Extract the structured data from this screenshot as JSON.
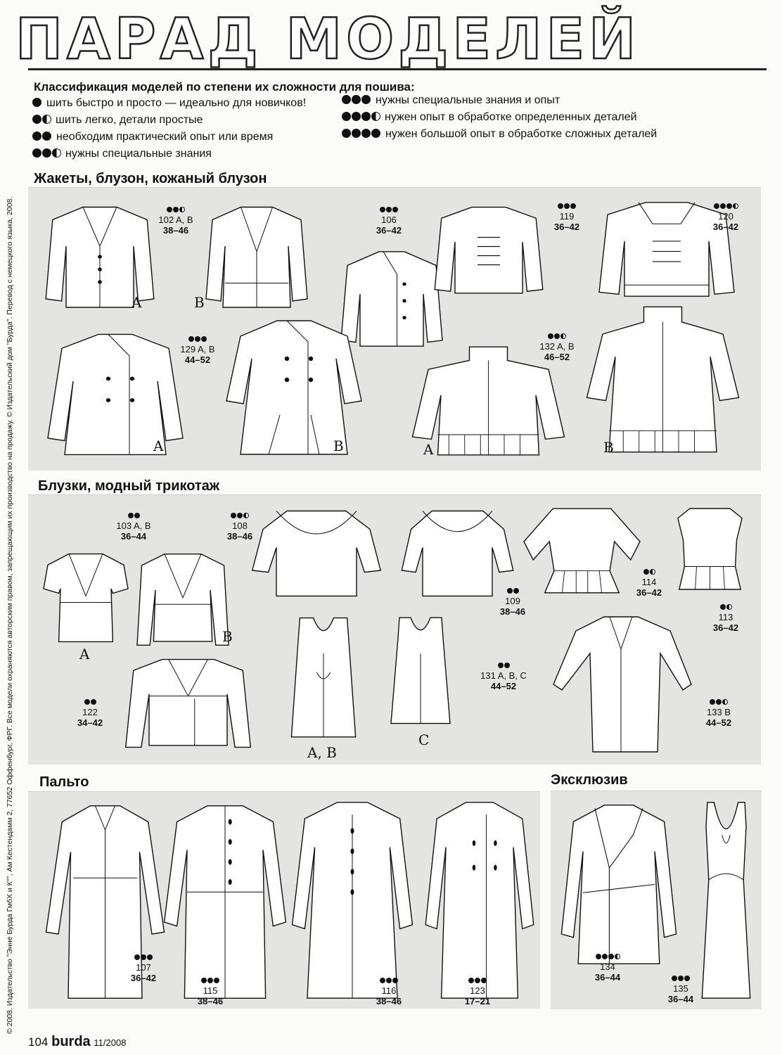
{
  "header": {
    "title": "ПАРАД МОДЕЛЕЙ"
  },
  "legend": {
    "heading": "Классификация моделей по степени их сложности для пошива:",
    "items": [
      {
        "dots": "1",
        "text": "шить быстро и просто — идеально для новичков!"
      },
      {
        "dots": "1.5",
        "text": "шить легко, детали простые"
      },
      {
        "dots": "2",
        "text": "необходим практический опыт или время"
      },
      {
        "dots": "2.5",
        "text": "нужны специальные знания"
      },
      {
        "dots": "3",
        "text": "нужны специальные знания и опыт"
      },
      {
        "dots": "3.5",
        "text": "нужен опыт в обработке определенных деталей"
      },
      {
        "dots": "4",
        "text": "нужен большой опыт в обработке сложных деталей"
      }
    ]
  },
  "side_text": "© 2008. Издательство \"Энне Бурда ГмбХ и К°\", Ам Кестендамм 2, 77652 Оффенбург, ФРГ. Все модели охраняются авторским правом, запрещающим их производство на продажу. © Издательский дом \"Бурда\". Перевод с немецкого языка, 2008.",
  "sections": {
    "jackets": "Жакеты, блузон, кожаный блузон",
    "blouses": "Блузки, модный трикотаж",
    "coats": "Пальто",
    "exclusive": "Эксклюзив"
  },
  "models": {
    "m102": {
      "num": "102 A, B",
      "size": "38–46"
    },
    "m106": {
      "num": "106",
      "size": "36–42"
    },
    "m119": {
      "num": "119",
      "size": "36–42"
    },
    "m120": {
      "num": "120",
      "size": "36–42"
    },
    "m129": {
      "num": "129 A, B",
      "size": "44–52"
    },
    "m132": {
      "num": "132 A, B",
      "size": "46–52"
    },
    "m103": {
      "num": "103 A, B",
      "size": "36–44"
    },
    "m108": {
      "num": "108",
      "size": "38–46"
    },
    "m109": {
      "num": "109",
      "size": "38–46"
    },
    "m114": {
      "num": "114",
      "size": "36–42"
    },
    "m113": {
      "num": "113",
      "size": "36–42"
    },
    "m122": {
      "num": "122",
      "size": "34–42"
    },
    "m131": {
      "num": "131 A, B, C",
      "size": "44–52"
    },
    "m133": {
      "num": "133 B",
      "size": "44–52"
    },
    "m107": {
      "num": "107",
      "size": "36–42"
    },
    "m115": {
      "num": "115",
      "size": "38–46"
    },
    "m116": {
      "num": "116",
      "size": "38–46"
    },
    "m123": {
      "num": "123",
      "size": "17–21"
    },
    "m134": {
      "num": "134",
      "size": "36–44"
    },
    "m135": {
      "num": "135",
      "size": "36–44"
    }
  },
  "letters": {
    "a": "A",
    "b": "B",
    "c": "C",
    "ab": "A, B"
  },
  "footer": {
    "page": "104",
    "brand": "burda",
    "issue": "11/2008"
  }
}
